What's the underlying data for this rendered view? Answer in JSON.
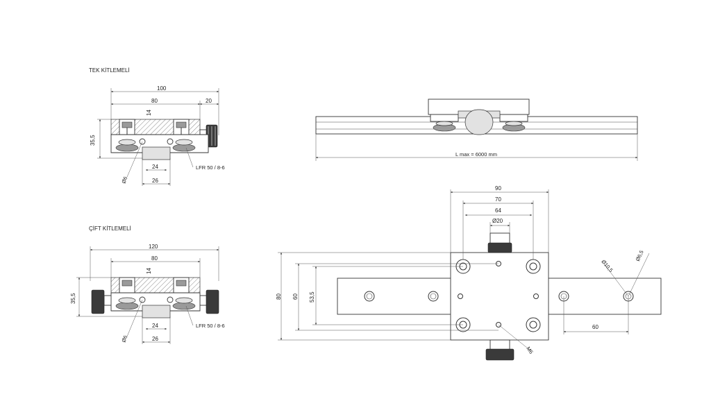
{
  "views": {
    "single": {
      "title": "TEK KİTLEMELİ",
      "dims": {
        "overall": "100",
        "inner": "80",
        "right": "20",
        "thick": "14",
        "height": "35,5",
        "w24": "24",
        "w26": "26",
        "phi": "Ø6",
        "part": "LFR 50 / 8-6"
      }
    },
    "double": {
      "title": "ÇİFT KİTLEMELİ",
      "dims": {
        "overall": "120",
        "inner": "80",
        "thick": "14",
        "height": "35,5",
        "w24": "24",
        "w26": "26",
        "phi": "Ø6",
        "part": "LFR 50 / 8-6"
      }
    },
    "side": {
      "length_label": "L max = 6000 mm"
    },
    "top": {
      "dims": {
        "d90": "90",
        "d70": "70",
        "d64": "64",
        "d20": "Ø20",
        "h80": "80",
        "h60": "60",
        "h53": "53,5",
        "d60": "60",
        "m6": "M6",
        "d105": "Ø10,5",
        "d65": "Ø6,5"
      }
    }
  }
}
